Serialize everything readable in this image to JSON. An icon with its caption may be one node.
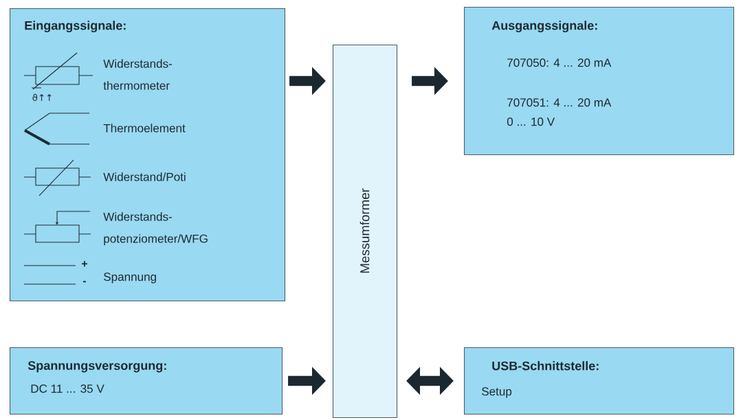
{
  "diagram": {
    "nodes": [
      {
        "text": [
          "Eingangssignale:",
          "Widerstands- thermometer",
          "Thermoelement",
          "Widerstand/Poti",
          "Widerstands- potenziometer/WFG",
          "Spannung"
        ]
      },
      {
        "text": [
          "Messumformer"
        ]
      },
      {
        "text": [
          "Ausgangssignale:",
          "707050: 4 ... 20 mA",
          "707051: 4 ... 20 mA 0 ... 10 V"
        ]
      },
      {
        "text": [
          "Spannungsversorgung:",
          "DC 11 ... 35 V"
        ]
      },
      {
        "text": [
          "USB-Schnittstelle:",
          "Setup"
        ]
      }
    ],
    "edges": [
      {
        "from": 0,
        "to": 1,
        "arrow": "to"
      },
      {
        "from": 1,
        "to": 2,
        "arrow": "to"
      },
      {
        "from": 3,
        "to": 1,
        "arrow": "to"
      },
      {
        "from": 1,
        "to": 4,
        "arrow": "both"
      }
    ],
    "labels": [
      "ϑ↑↑",
      "+",
      "-"
    ]
  }
}
